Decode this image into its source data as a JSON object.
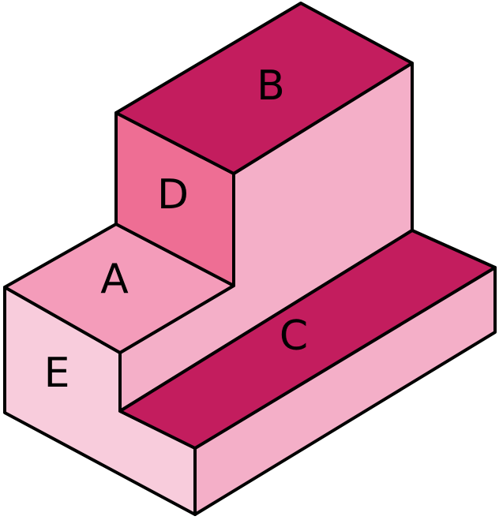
{
  "figure": {
    "faces": [
      {
        "id": "A",
        "label": "A",
        "color": "#F49CBA"
      },
      {
        "id": "B",
        "label": "B",
        "color": "#C31D5E"
      },
      {
        "id": "C",
        "label": "C",
        "color": "#C31D5E"
      },
      {
        "id": "D",
        "label": "D",
        "color": "#EE6E94"
      },
      {
        "id": "E",
        "label": "E",
        "color": "#F8CCDC"
      }
    ],
    "side_color": "#F4AFC8"
  }
}
